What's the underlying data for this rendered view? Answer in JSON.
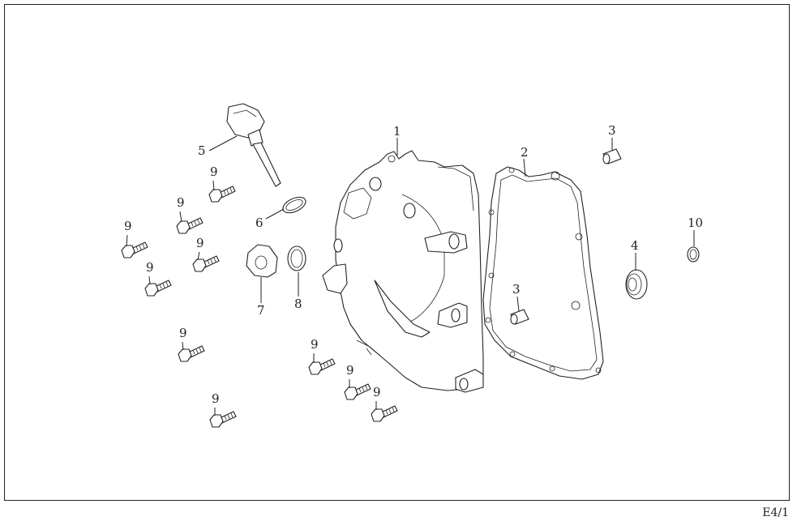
{
  "diagram": {
    "page_ref": "E4/1",
    "callouts": {
      "c1": "1",
      "c2": "2",
      "c3a": "3",
      "c3b": "3",
      "c4": "4",
      "c5": "5",
      "c6": "6",
      "c7": "7",
      "c8": "8",
      "c10": "10"
    },
    "bolt_label": "9"
  }
}
